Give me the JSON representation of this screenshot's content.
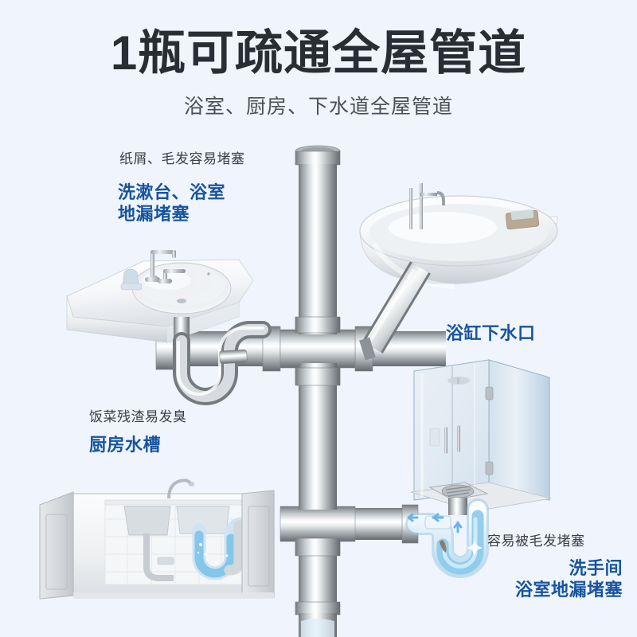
{
  "page": {
    "background_color": "#eff4fd",
    "title": "1瓶可疏通全屋管道",
    "subtitle": "浴室、厨房、下水道全屋管道",
    "title_color": "#2a2d33",
    "subtitle_color": "#4a4f57",
    "accent_blue": "#17549e",
    "label_gray": "#3b3f46"
  },
  "labels": {
    "basin": {
      "sub": "纸屑、毛发容易堵塞",
      "main_line1": "洗漱台、浴室",
      "main_line2": "地漏堵塞"
    },
    "kitchen": {
      "sub": "饭菜残渣易发臭",
      "main": "厨房水槽"
    },
    "bathtub": {
      "main": "浴缸下水口"
    },
    "floor_drain": {
      "sub": "容易被毛发堵塞",
      "main_line1": "洗手间",
      "main_line2": "浴室地漏堵塞"
    }
  },
  "fixtures": [
    {
      "id": "washbasin",
      "name": "白色洗漱台",
      "position": "left-upper"
    },
    {
      "id": "bathtub",
      "name": "白色浴缸",
      "position": "right-upper"
    },
    {
      "id": "shower-cabin",
      "name": "玻璃淋浴房",
      "position": "right-middle"
    },
    {
      "id": "kitchen-cabinet",
      "name": "厨房水槽柜",
      "position": "left-lower"
    }
  ],
  "pipes": {
    "material": "不锈钢",
    "main_vertical": "全屋主排水立管",
    "junction_upper": "十字接头",
    "junction_lower": "三通接头"
  },
  "water_flow": {
    "color": "#6ab4e8",
    "direction": "向主管道流动",
    "arrow_count": 3
  }
}
